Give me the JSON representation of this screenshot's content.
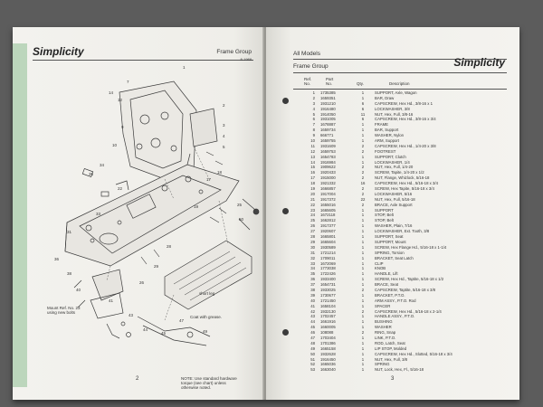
{
  "left_page": {
    "brand": "Simplicity",
    "section_title": "Frame Group",
    "date_code": "8-1988",
    "page_number": "2",
    "callouts": {
      "mount_ref": "Mount Ref. No. 23\nusing new bolts",
      "short_leg": "short leg",
      "coat": "Coat with grease.",
      "note": "NOTE: Use standard hardware\ntorque (see chart) unless\notherwise noted."
    },
    "numbers": [
      "1",
      "2",
      "3",
      "4",
      "5",
      "6",
      "7",
      "8",
      "9",
      "10",
      "11",
      "12",
      "13",
      "14",
      "15",
      "16",
      "17",
      "18",
      "19",
      "20",
      "21",
      "22",
      "23",
      "24",
      "25",
      "26",
      "27",
      "28",
      "29",
      "30",
      "31",
      "32",
      "33",
      "34",
      "35",
      "36",
      "37",
      "38",
      "39",
      "40",
      "41",
      "42",
      "43",
      "44",
      "45",
      "46",
      "47",
      "48",
      "49",
      "50"
    ]
  },
  "right_page": {
    "brand": "Simplicity",
    "models_label": "All Models",
    "section_title": "Frame Group",
    "page_number": "3",
    "headers": {
      "ref": "Ref.\nNo.",
      "part": "Part\nNo.",
      "qty": "Qty.",
      "desc": "Description"
    },
    "parts": [
      {
        "ref": "1",
        "part": "1735385",
        "qty": "1",
        "desc": "SUPPORT, Axle, Wagon"
      },
      {
        "ref": "2",
        "part": "1659351",
        "qty": "1",
        "desc": "BAR, Draw"
      },
      {
        "ref": "3",
        "part": "1931210",
        "qty": "6",
        "desc": "CAPSCREW, Hex Hd., 3/8-16 x 1"
      },
      {
        "ref": "4",
        "part": "1916480",
        "qty": "6",
        "desc": "LOCKWASHER, 3/8"
      },
      {
        "ref": "5",
        "part": "1914050",
        "qty": "11",
        "desc": "NUT, Hex, Full, 3/8-16"
      },
      {
        "ref": "6",
        "part": "1931005",
        "qty": "6",
        "desc": "CAPSCREW, Hex Hd., 3/8-16 x 3/4"
      },
      {
        "ref": "7",
        "part": "1678887",
        "qty": "1",
        "desc": "FRAME"
      },
      {
        "ref": "8",
        "part": "1659734",
        "qty": "1",
        "desc": "BAR, Support"
      },
      {
        "ref": "9",
        "part": "666771",
        "qty": "1",
        "desc": "WASHER, Nylon"
      },
      {
        "ref": "10",
        "part": "1659755",
        "qty": "1",
        "desc": "ARM, Support"
      },
      {
        "ref": "11",
        "part": "1931609",
        "qty": "2",
        "desc": "CAPSCREW, Hex Hd., 1/4-20 x 3/8"
      },
      {
        "ref": "12",
        "part": "1659753",
        "qty": "2",
        "desc": "FOOTREST"
      },
      {
        "ref": "13",
        "part": "1654783",
        "qty": "1",
        "desc": "SUPPORT, Clutch"
      },
      {
        "ref": "14",
        "part": "1916984",
        "qty": "1",
        "desc": "LOCKWASHER, 1/4"
      },
      {
        "ref": "15",
        "part": "1909622",
        "qty": "2",
        "desc": "NUT, Hex, Full, 1/4-20"
      },
      {
        "ref": "16",
        "part": "1920433",
        "qty": "2",
        "desc": "SCREW, Tapite, 1/4-20 x 1/2"
      },
      {
        "ref": "17",
        "part": "1915000",
        "qty": "2",
        "desc": "NUT, Flange, Whizlock, 5/16-18"
      },
      {
        "ref": "18",
        "part": "1921332",
        "qty": "16",
        "desc": "CAPSCREW, Hex Hd., 5/16-18 x 3/4"
      },
      {
        "ref": "19",
        "part": "1666857",
        "qty": "2",
        "desc": "SCREW, Hex Tapite, 5/16-18 x 3/4"
      },
      {
        "ref": "20",
        "part": "1917004",
        "qty": "2",
        "desc": "LOCKWASHER, 5/16"
      },
      {
        "ref": "21",
        "part": "1917372",
        "qty": "22",
        "desc": "NUT, Hex, Full, 5/16-18"
      },
      {
        "ref": "22",
        "part": "1655016",
        "qty": "2",
        "desc": "BRACE, Axle Support"
      },
      {
        "ref": "23",
        "part": "1665605",
        "qty": "1",
        "desc": "SUPPORT"
      },
      {
        "ref": "24",
        "part": "1672118",
        "qty": "1",
        "desc": "STOP, Belt"
      },
      {
        "ref": "25",
        "part": "1662812",
        "qty": "1",
        "desc": "STOP, Belt"
      },
      {
        "ref": "26",
        "part": "1917377",
        "qty": "1",
        "desc": "WASHER, Plain, 7/16"
      },
      {
        "ref": "27",
        "part": "1920607",
        "qty": "1",
        "desc": "LOCKWASHER, Ext. Tooth, 3/8"
      },
      {
        "ref": "28",
        "part": "1665801",
        "qty": "1",
        "desc": "SUPPORT, Seat"
      },
      {
        "ref": "29",
        "part": "1665604",
        "qty": "1",
        "desc": "SUPPORT, Mount"
      },
      {
        "ref": "30",
        "part": "1930589",
        "qty": "1",
        "desc": "SCREW, Hex Flange Hd., 5/16-18 x 1-1/4"
      },
      {
        "ref": "31",
        "part": "1721214",
        "qty": "1",
        "desc": "SPRING, Torsion"
      },
      {
        "ref": "32",
        "part": "1709011",
        "qty": "1",
        "desc": "BRACKET, Seat Latch"
      },
      {
        "ref": "33",
        "part": "1672069",
        "qty": "1",
        "desc": "CLIP"
      },
      {
        "ref": "34",
        "part": "1773038",
        "qty": "1",
        "desc": "KNOB"
      },
      {
        "ref": "35",
        "part": "1722426",
        "qty": "1",
        "desc": "HANDLE, Lift"
      },
      {
        "ref": "36",
        "part": "1933400",
        "qty": "1",
        "desc": "SCREW, Hex Hd., Taptite, 5/16-18 x 1/2"
      },
      {
        "ref": "37",
        "part": "1654731",
        "qty": "1",
        "desc": "BRACE, Seat"
      },
      {
        "ref": "38",
        "part": "1933025",
        "qty": "2",
        "desc": "CAPSCREW, Taptite, 5/16-18 x 3/8"
      },
      {
        "ref": "39",
        "part": "1730677",
        "qty": "1",
        "desc": "BRACKET, P.T.O."
      },
      {
        "ref": "40",
        "part": "1721450",
        "qty": "1",
        "desc": "ARM ASSY., P.T.O. Rod"
      },
      {
        "ref": "41",
        "part": "1658104",
        "qty": "1",
        "desc": "SPACER"
      },
      {
        "ref": "42",
        "part": "1932130",
        "qty": "2",
        "desc": "CAPSCREW, Hex Hd., 5/16-18 x 2-1/4"
      },
      {
        "ref": "43",
        "part": "1702457",
        "qty": "1",
        "desc": "HANDLE ASSY., P.T.O."
      },
      {
        "ref": "44",
        "part": "1661916",
        "qty": "1",
        "desc": "BUSHING"
      },
      {
        "ref": "45",
        "part": "1660005",
        "qty": "1",
        "desc": "WASHER"
      },
      {
        "ref": "46",
        "part": "108088",
        "qty": "2",
        "desc": "RING, Snap"
      },
      {
        "ref": "47",
        "part": "1703404",
        "qty": "1",
        "desc": "LINK, P.T.O."
      },
      {
        "ref": "48",
        "part": "1701386",
        "qty": "1",
        "desc": "ROD, Latch, Seat"
      },
      {
        "ref": "49",
        "part": "1665158",
        "qty": "1",
        "desc": "LIP STOP, Molded"
      },
      {
        "ref": "50",
        "part": "1932628",
        "qty": "1",
        "desc": "CAPSCREW, Hex Hd., Slotted, 5/16-18 x 3/4"
      },
      {
        "ref": "51",
        "part": "1916450",
        "qty": "1",
        "desc": "NUT, Hex, Full, 3/8"
      },
      {
        "ref": "52",
        "part": "1665036",
        "qty": "1",
        "desc": "SPRING"
      },
      {
        "ref": "53",
        "part": "1663040",
        "qty": "1",
        "desc": "NUT, Lock, Hex, Fl., 5/16-18"
      }
    ]
  }
}
